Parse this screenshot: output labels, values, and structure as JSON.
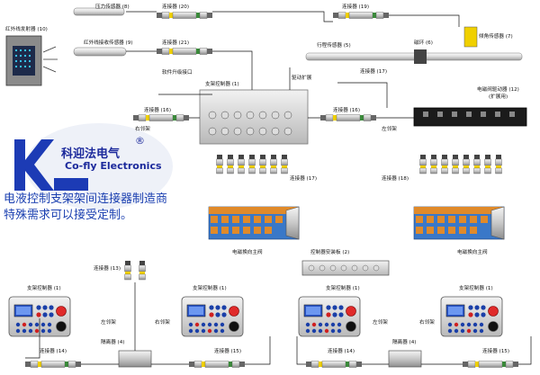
{
  "brand": {
    "cn": "科迎法电气",
    "en": "Co-fly Electronics",
    "reg": "®"
  },
  "note": {
    "line1": "电液控制支架架间连接器制造商",
    "line2": "特殊需求可以接受定制。"
  },
  "labels": {
    "ir_sensor": "红外线发射器 (10)",
    "ir_receiver": "红外线接收传感器 (9)",
    "pressure_sensor": "压力传感器 (8)",
    "connector_20": "连接器 (20)",
    "connector_21": "连接器 (21)",
    "connector_19": "连接器 (19)",
    "magnet_ring": "磁环 (6)",
    "stroke_sensor": "行程传感器 (5)",
    "angle_sensor": "倾角传感器 (7)",
    "soft_upgrade": "软件升级接口",
    "driver_ext": "驱动扩展",
    "connector_17a": "连接器 (17)",
    "support_controller": "支架控制器 (1)",
    "valve_driver": "电磁阀驱动器 (12)",
    "valve_driver_sub": "(扩展用)",
    "connector_16a": "连接器 (16)",
    "connector_16b": "连接器 (16)",
    "left_support_a": "左邻架",
    "right_support_a": "右邻架",
    "connector_17b": "连接器 (17)",
    "connector_18": "连接器 (18)",
    "valve_main_a": "电磁换向主阀",
    "valve_main_b": "电磁换向主阀",
    "connector_13": "连接器 (13)",
    "cs_1": "支架控制器 (1)",
    "cs_2": "支架控制器 (1)",
    "cs_3": "支架控制器 (1)",
    "cs_4": "支架控制器 (1)",
    "controller_mount": "控制器安装板 (2)",
    "left_b": "左邻架",
    "right_b": "右邻架",
    "left_c": "左邻架",
    "right_c": "右邻架",
    "connector_14a": "连接器 (14)",
    "connector_15a": "连接器 (15)",
    "connector_14b": "连接器 (14)",
    "connector_15b": "连接器 (15)",
    "isolator_a": "隔离器 (4)",
    "isolator_b": "隔离器 (4)"
  },
  "colors": {
    "brand_blue": "#1c2a9c",
    "connector_yellow": "#f0d000",
    "valve_blue": "#3a78c8",
    "valve_orange": "#e08a2a",
    "line": "#111111"
  }
}
